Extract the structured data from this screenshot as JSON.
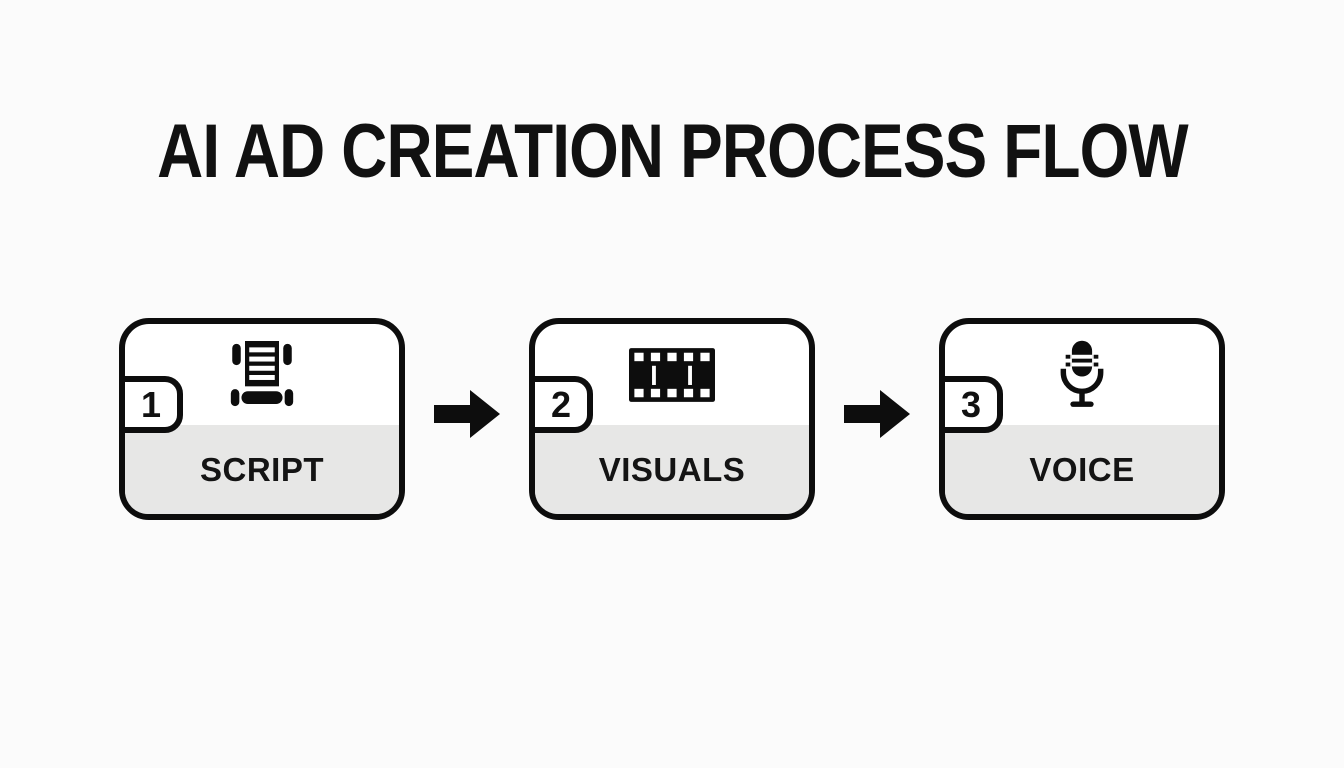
{
  "page": {
    "background": "#fbfbfb"
  },
  "title": "AI AD CREATION PROCESS FLOW",
  "colors": {
    "ink": "#0d0d0d",
    "card_background": "#ffffff",
    "label_band_background": "#e7e7e6"
  },
  "steps": [
    {
      "number": "1",
      "label": "SCRIPT",
      "icon": "scroll-icon"
    },
    {
      "number": "2",
      "label": "VISUALS",
      "icon": "filmstrip-icon"
    },
    {
      "number": "3",
      "label": "VOICE",
      "icon": "microphone-icon"
    }
  ],
  "connectors": [
    {
      "icon": "arrow-right-icon"
    },
    {
      "icon": "arrow-right-icon"
    }
  ]
}
